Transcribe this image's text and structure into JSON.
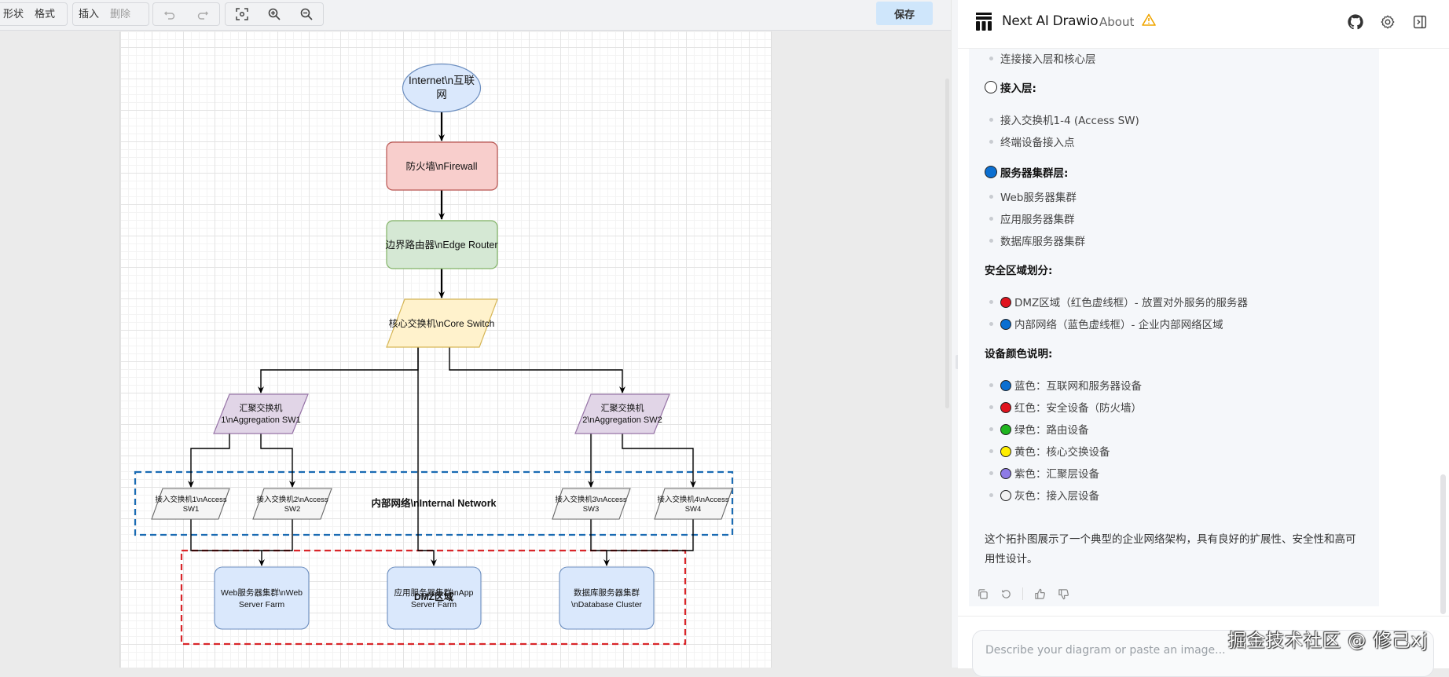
{
  "toolbar": {
    "shape_label": "形状",
    "format_label": "格式",
    "insert_label": "插入",
    "delete_label": "删除",
    "save_label": "保存",
    "icons": [
      "undo-icon",
      "redo-icon",
      "fit-screen-icon",
      "zoom-in-icon",
      "zoom-out-icon"
    ]
  },
  "diagram": {
    "nodes": {
      "internet": "Internet\\n互联网",
      "internet_l1": "Internet\\n互联",
      "internet_l2": "网",
      "firewall": "防火墙\\nFirewall",
      "router": "边界路由器\\nEdge Router",
      "core": "核心交换机\\nCore Switch",
      "agg1_l1": "汇聚交换机",
      "agg1_l2": "1\\nAggregation SW1",
      "agg2_l1": "汇聚交换机",
      "agg2_l2": "2\\nAggregation SW2",
      "acc1_l1": "接入交换机1\\nAccess",
      "acc1_l2": "SW1",
      "acc2_l1": "接入交换机2\\nAccess",
      "acc2_l2": "SW2",
      "acc3_l1": "接入交换机3\\nAccess",
      "acc3_l2": "SW3",
      "acc4_l1": "接入交换机4\\nAccess",
      "acc4_l2": "SW4",
      "web_l1": "Web服务器集群\\nWeb",
      "web_l2": "Server Farm",
      "app_l1": "应用服务器集群\\nApp",
      "app_l2": "Server Farm",
      "db_l1": "数据库服务器集群",
      "db_l2": "\\nDatabase Cluster"
    },
    "zones": {
      "internal": "内部网络\\nInternal Network",
      "dmz": "DMZ区域"
    },
    "colors": {
      "internet_fill": "#dae8fc",
      "internet_stroke": "#6c8ebf",
      "firewall_fill": "#f8cecc",
      "firewall_stroke": "#b85450",
      "router_fill": "#d5e8d4",
      "router_stroke": "#82b366",
      "core_fill": "#fff2cc",
      "core_stroke": "#d6b656",
      "agg_fill": "#e1d5e7",
      "agg_stroke": "#9673a6",
      "access_fill": "#f5f5f5",
      "access_stroke": "#666666",
      "server_fill": "#dae8fc",
      "server_stroke": "#6c8ebf",
      "internal_zone": "#1a6bb3",
      "dmz_zone": "#d9262a"
    }
  },
  "panel": {
    "app_title": "Next AI Drawio",
    "about_label": "About",
    "header_icons": [
      "github-icon",
      "settings-icon",
      "collapse-panel-icon"
    ],
    "message": {
      "items": [
        {
          "type": "li",
          "text": "连接接入层和核心层"
        },
        {
          "type": "heading",
          "dot": "#ffffff",
          "text": "接入层:"
        },
        {
          "type": "li",
          "text": "接入交换机1-4 (Access SW)"
        },
        {
          "type": "li",
          "text": "终端设备接入点"
        },
        {
          "type": "heading",
          "dot": "#0b6fd1",
          "text": "服务器集群层:"
        },
        {
          "type": "li",
          "text": "Web服务器集群"
        },
        {
          "type": "li",
          "text": "应用服务器集群"
        },
        {
          "type": "li",
          "text": "数据库服务器集群"
        },
        {
          "type": "heading",
          "text": "安全区域划分:"
        },
        {
          "type": "li",
          "dot": "#e0141e",
          "text": "DMZ区域（红色虚线框）- 放置对外服务的服务器"
        },
        {
          "type": "li",
          "dot": "#0b6fd1",
          "text": "内部网络（蓝色虚线框）- 企业内部网络区域"
        },
        {
          "type": "heading",
          "text": "设备颜色说明:"
        },
        {
          "type": "li",
          "dot": "#0b6fd1",
          "text": "蓝色：互联网和服务器设备"
        },
        {
          "type": "li",
          "dot": "#e0141e",
          "text": "红色：安全设备（防火墙）"
        },
        {
          "type": "li",
          "dot": "#1fb51f",
          "text": "绿色：路由设备"
        },
        {
          "type": "li",
          "dot": "#ffee00",
          "text": "黄色：核心交换设备"
        },
        {
          "type": "li",
          "dot": "#8e7be6",
          "text": "紫色：汇聚层设备"
        },
        {
          "type": "li",
          "dot": "#f2f2f2",
          "text": "灰色：接入层设备"
        }
      ],
      "summary": "这个拓扑图展示了一个典型的企业网络架构，具有良好的扩展性、安全性和高可用性设计。"
    },
    "message_actions": [
      "copy-icon",
      "regenerate-icon",
      "thumbs-up-icon",
      "thumbs-down-icon"
    ],
    "input_placeholder": "Describe your diagram or paste an image...",
    "watermark": "掘金技术社区 @ 修己xj"
  }
}
